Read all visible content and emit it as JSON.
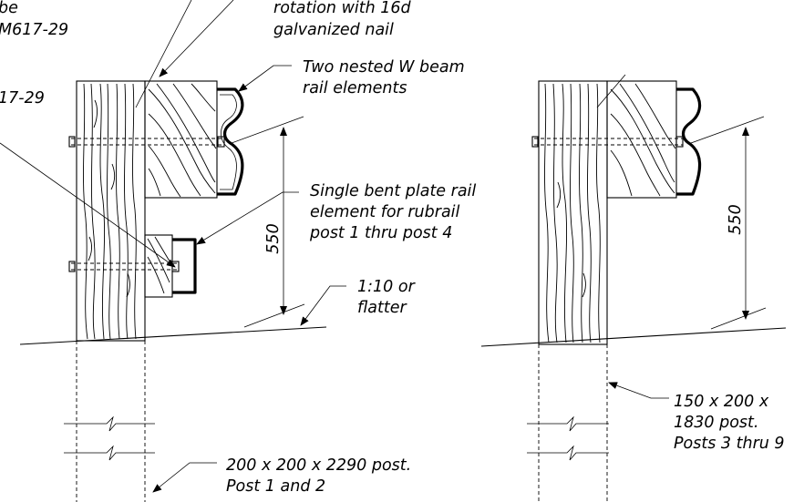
{
  "labels": {
    "top_left_1": "be",
    "top_left_2": "M617-29",
    "left_mid": "17-29",
    "toenail_1": "rotation with 16d",
    "toenail_2": "galvanized nail",
    "w_beam_1": "Two nested W beam",
    "w_beam_2": "rail elements",
    "rubrail_1": "Single bent plate rail",
    "rubrail_2": "element for rubrail",
    "rubrail_3": "post 1 thru post 4",
    "slope_1": "1:10 or",
    "slope_2": "flatter",
    "post12_1": "200 x 200 x 2290 post.",
    "post12_2": "Post 1 and 2",
    "post39_1": "150 x 200 x",
    "post39_2": "1830 post.",
    "post39_3": "Posts 3 thru 9"
  },
  "dimensions": {
    "left_height": "550",
    "right_height": "550"
  }
}
